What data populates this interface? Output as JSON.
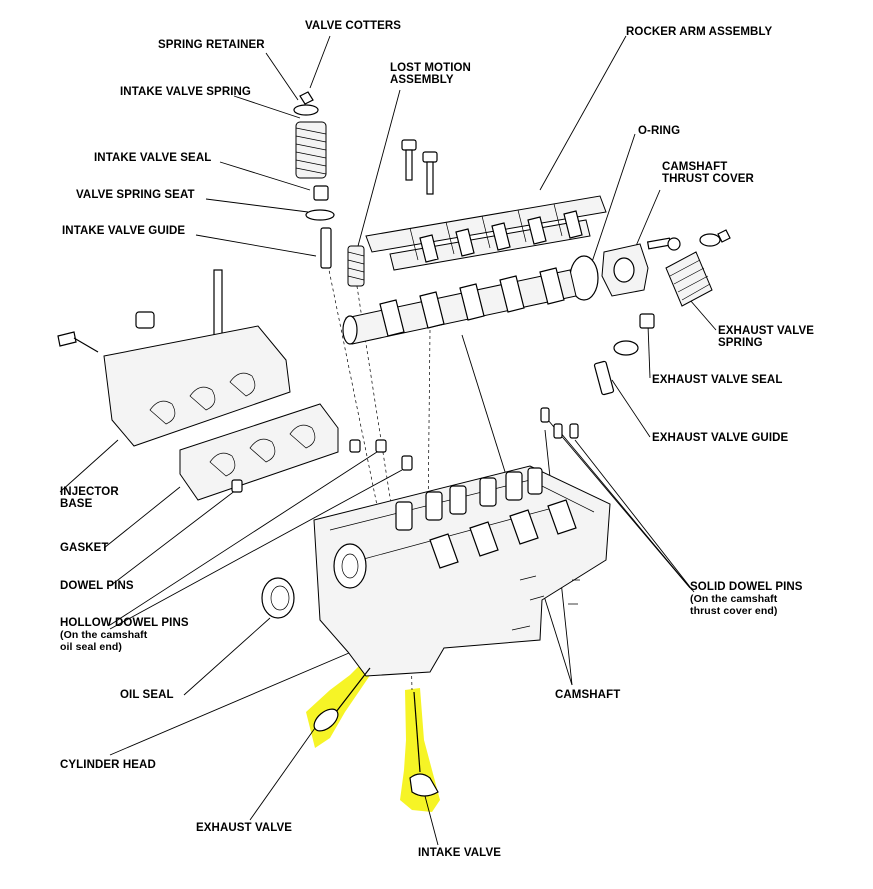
{
  "labels": {
    "valve_cotters": "VALVE COTTERS",
    "spring_retainer": "SPRING RETAINER",
    "intake_valve_spring": "INTAKE VALVE SPRING",
    "intake_valve_seal": "INTAKE VALVE SEAL",
    "valve_spring_seat": "VALVE SPRING SEAT",
    "intake_valve_guide": "INTAKE VALVE GUIDE",
    "lost_motion_1": "LOST MOTION",
    "lost_motion_2": "ASSEMBLY",
    "rocker_arm_assembly": "ROCKER ARM ASSEMBLY",
    "o_ring": "O-RING",
    "camshaft_thrust_1": "CAMSHAFT",
    "camshaft_thrust_2": "THRUST COVER",
    "exhaust_valve_spring_1": "EXHAUST VALVE",
    "exhaust_valve_spring_2": "SPRING",
    "exhaust_valve_seal": "EXHAUST VALVE SEAL",
    "exhaust_valve_guide": "EXHAUST VALVE GUIDE",
    "injector_base_1": "INJECTOR",
    "injector_base_2": "BASE",
    "gasket": "GASKET",
    "dowel_pins": "DOWEL PINS",
    "hollow_dowel_1": "HOLLOW DOWEL PINS",
    "hollow_dowel_2": "(On the camshaft",
    "hollow_dowel_3": "oil seal end)",
    "oil_seal": "OIL SEAL",
    "cylinder_head": "CYLINDER HEAD",
    "exhaust_valve": "EXHAUST VALVE",
    "intake_valve": "INTAKE VALVE",
    "camshaft": "CAMSHAFT",
    "solid_dowel_1": "SOLID DOWEL PINS",
    "solid_dowel_2": "(On the camshaft",
    "solid_dowel_3": "thrust cover end)"
  },
  "colors": {
    "highlight": "#f5f200",
    "ink": "#000000",
    "background": "#ffffff"
  }
}
